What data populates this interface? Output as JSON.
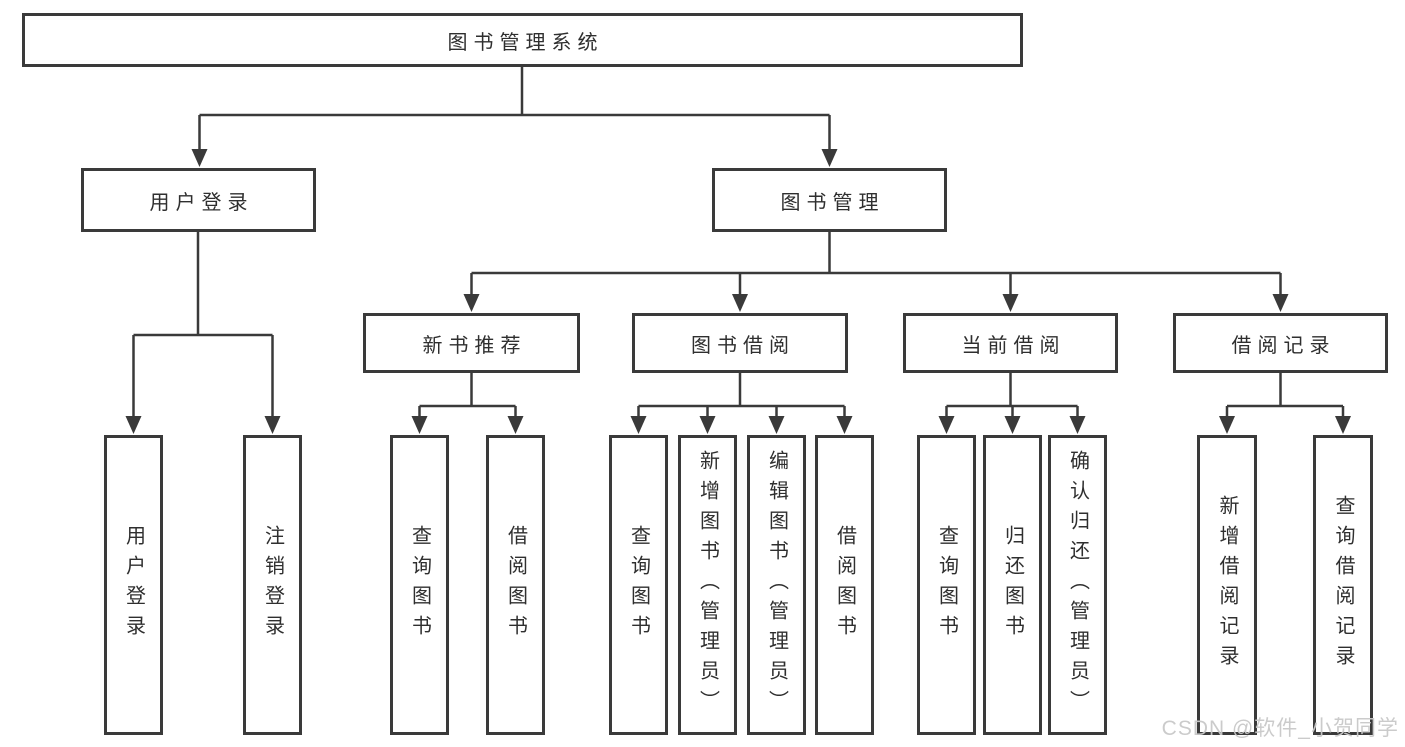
{
  "tree": {
    "label": "图书管理系统",
    "children": [
      {
        "label": "用户登录",
        "children": [
          {
            "label": "用户登录"
          },
          {
            "label": "注销登录"
          }
        ]
      },
      {
        "label": "图书管理",
        "children": [
          {
            "label": "新书推荐",
            "children": [
              {
                "label": "查询图书"
              },
              {
                "label": "借阅图书"
              }
            ]
          },
          {
            "label": "图书借阅",
            "children": [
              {
                "label": "查询图书"
              },
              {
                "label": "新增图书（管理员）"
              },
              {
                "label": "编辑图书（管理员）"
              },
              {
                "label": "借阅图书"
              }
            ]
          },
          {
            "label": "当前借阅",
            "children": [
              {
                "label": "查询图书"
              },
              {
                "label": "归还图书"
              },
              {
                "label": "确认归还（管理员）"
              }
            ]
          },
          {
            "label": "借阅记录",
            "children": [
              {
                "label": "新增借阅记录"
              },
              {
                "label": "查询借阅记录"
              }
            ]
          }
        ]
      }
    ]
  },
  "watermark": {
    "text": "CSDN @软件_小贺同学"
  },
  "colors": {
    "line": "#3a3a3a",
    "text": "#2f2f2f",
    "box_fill": "#ffffff",
    "watermark": "#c9c9c9",
    "background": "#ffffff"
  }
}
